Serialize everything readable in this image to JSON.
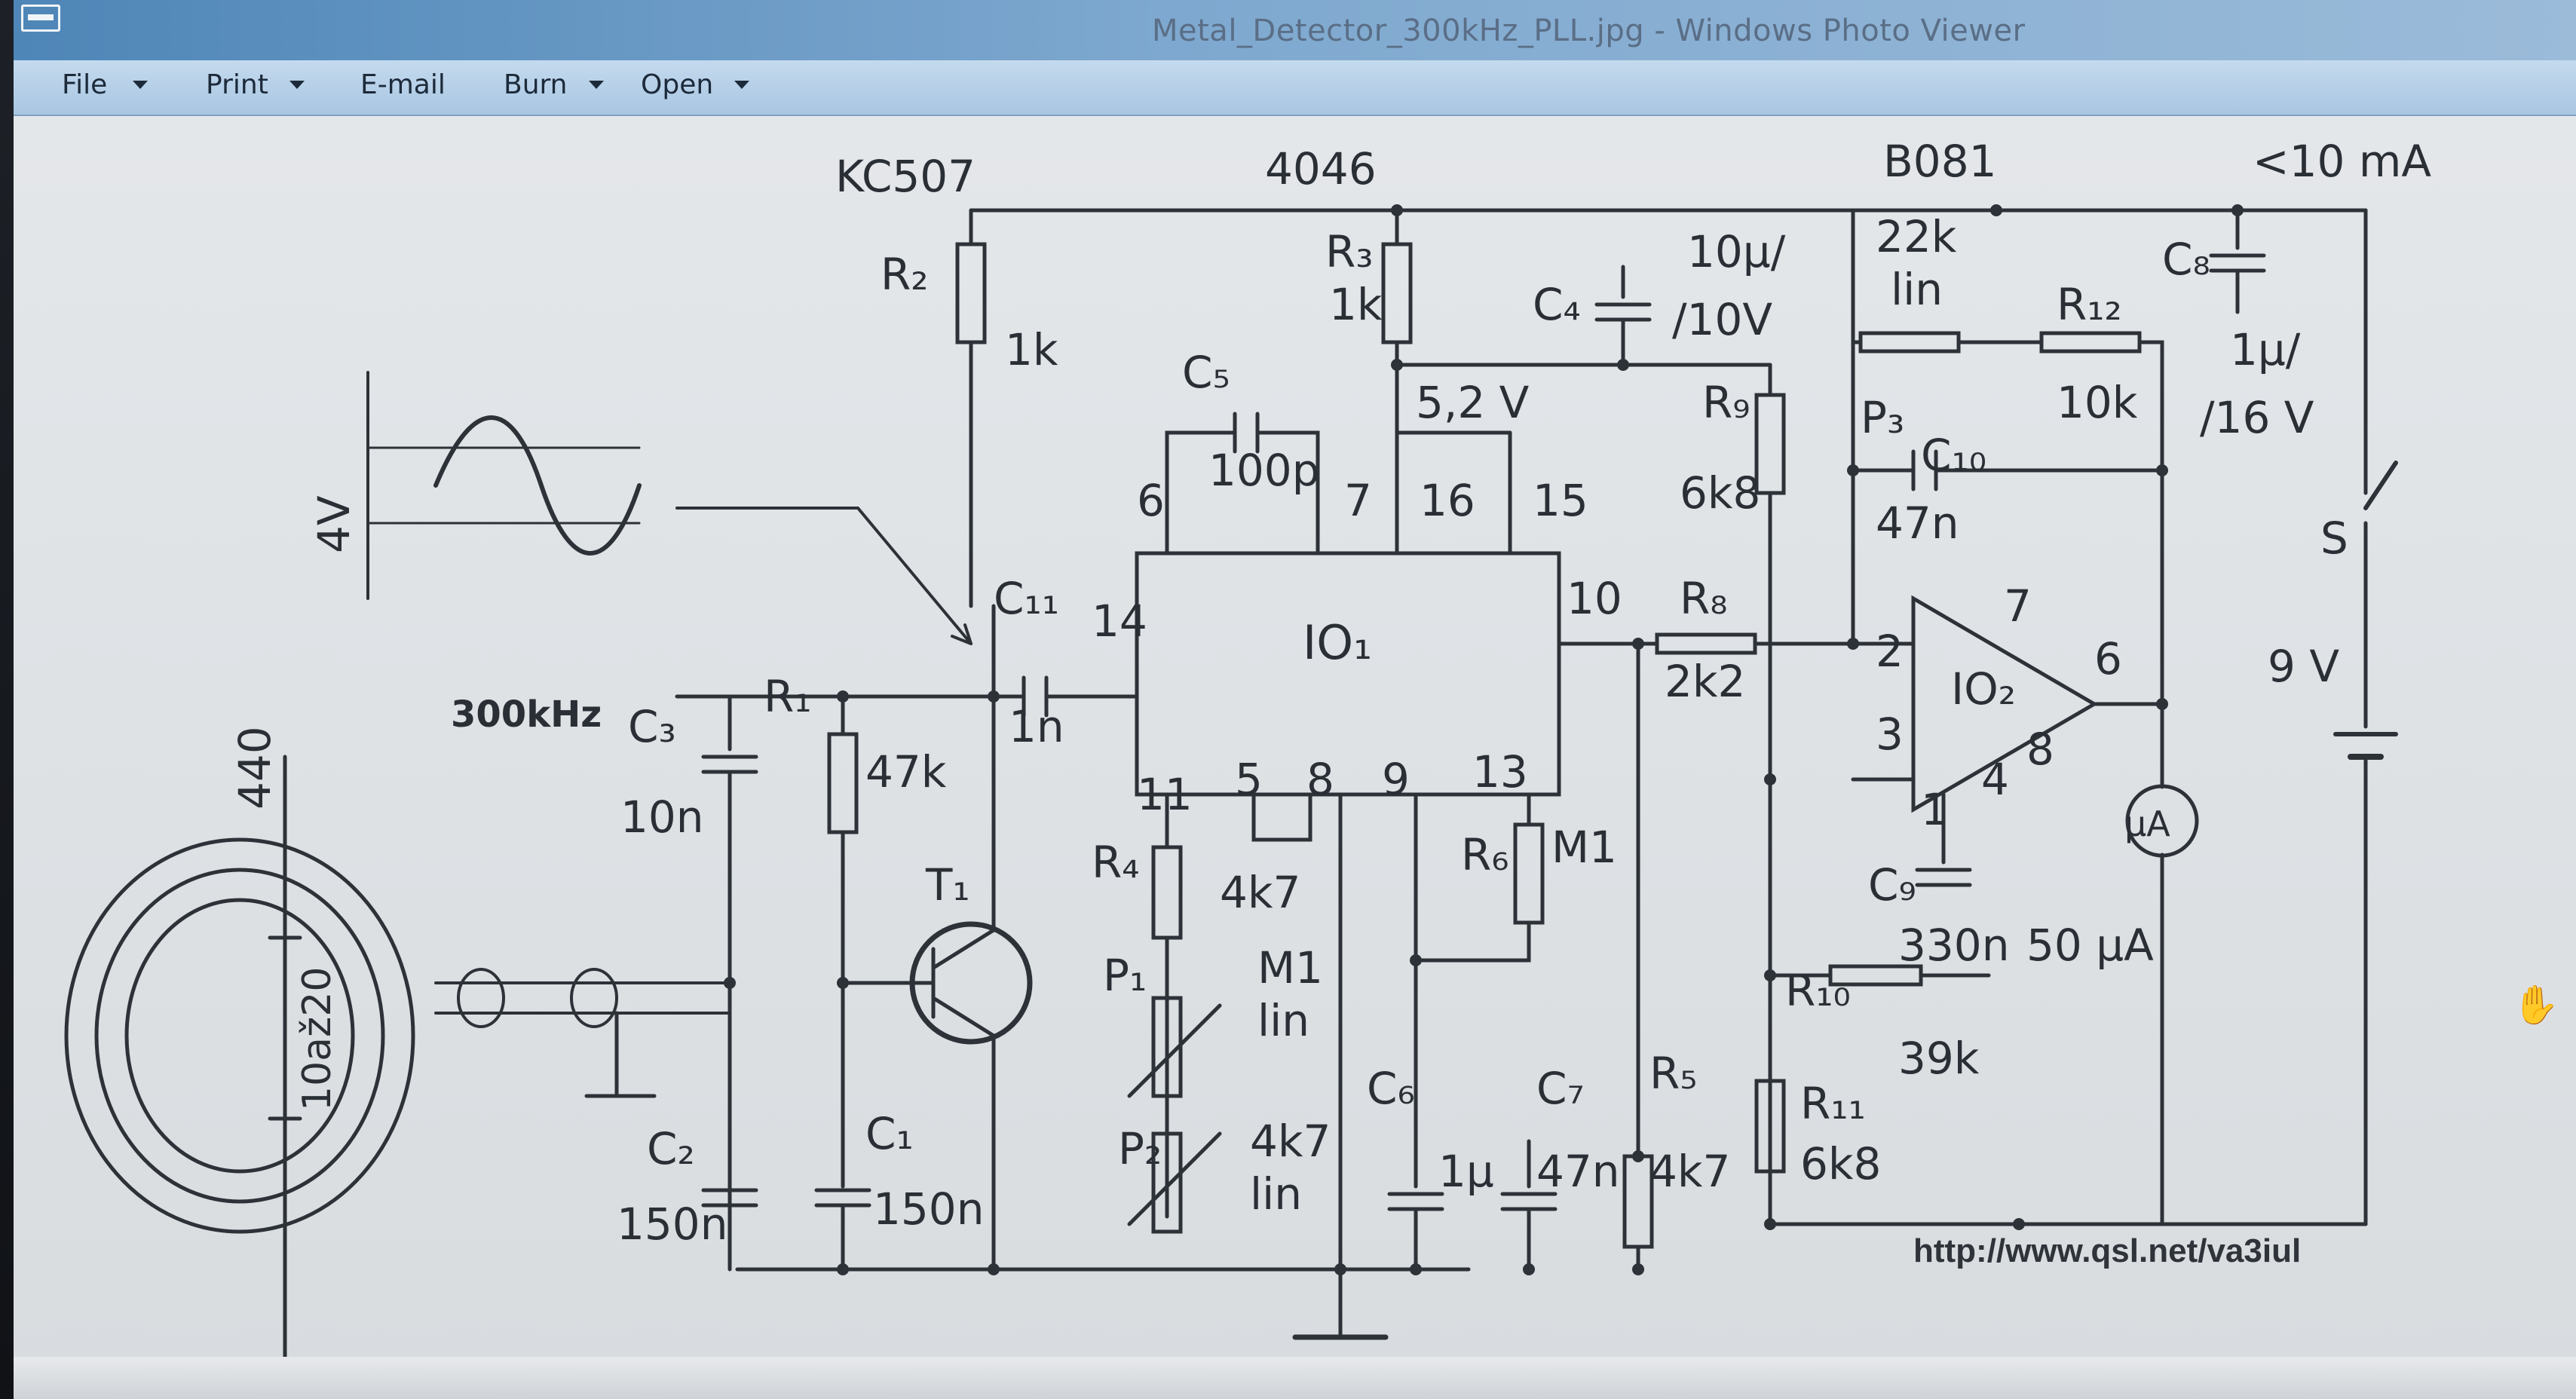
{
  "window": {
    "title": "Metal_Detector_300kHz_PLL.jpg - Windows Photo Viewer"
  },
  "menu": {
    "file": "File",
    "print": "Print",
    "email": "E-mail",
    "burn": "Burn",
    "open": "Open"
  },
  "schematic": {
    "chips": {
      "transistor_type": "KC507",
      "pll": "4046",
      "opamp": "B081",
      "current": "<10 mA"
    },
    "labels": {
      "r2": "R₂",
      "r2_val": "1k",
      "r3": "R₃",
      "r3_val": "1k",
      "c4": "C₄",
      "c4_val1": "10μ/",
      "c4_val2": "/10V",
      "p3_val1": "22k",
      "p3_val2": "lin",
      "p3": "P₃",
      "r12": "R₁₂",
      "r12_val": "10k",
      "c8": "C₈",
      "c8_val1": "1μ/",
      "c8_val2": "/16 V",
      "c5": "C₅",
      "c5_val": "100p",
      "volt52": "5,2 V",
      "r9": "R₉",
      "r9_val": "6k8",
      "c10": "C₁₀",
      "c10_val": "47n",
      "s": "S",
      "v9": "9 V",
      "pin6": "6",
      "pin7": "7",
      "pin16": "16",
      "pin15": "15",
      "pin14": "14",
      "pin10": "10",
      "pin11": "11",
      "pin5": "5",
      "pin8": "8",
      "pin9": "9",
      "pin13": "13",
      "io1": "IO₁",
      "io2": "IO₂",
      "op2": "2",
      "op3": "3",
      "op7": "7",
      "op6": "6",
      "op1": "1",
      "op4": "4",
      "op8": "8",
      "c11": "C₁₁",
      "c11_val": "1n",
      "r8": "R₈",
      "r8_val": "2k2",
      "wave_amp": "4V",
      "freq": "300kHz",
      "c3": "C₃",
      "c3_val": "10n",
      "r1": "R₁",
      "r1_val": "47k",
      "t1": "T₁",
      "r4": "R₄",
      "r4_val": "4k7",
      "r6": "R₆",
      "r6_val": "M1",
      "p1": "P₁",
      "p1_val1": "M1",
      "p1_val2": "lin",
      "p2": "P₂",
      "p2_val1": "4k7",
      "p2_val2": "lin",
      "c9": "C₉",
      "c9_val": "330n",
      "meter": "μA",
      "meter_val": "50 μA",
      "r10": "R₁₀",
      "r10_val": "39k",
      "coil_turns": "440",
      "coil_wire": "10až20",
      "c2": "C₂",
      "c2_val": "150n",
      "c1": "C₁",
      "c1_val": "150n",
      "c6": "C₆",
      "c6_val": "1μ",
      "c7": "C₇",
      "c7_val": "47n",
      "r5": "R₅",
      "r5_val": "4k7",
      "r11": "R₁₁",
      "r11_val": "6k8",
      "url": "http://www.qsl.net/va3iul"
    }
  },
  "colors": {
    "titlebar": "#5b8fbf",
    "menubar": "#b7d1e9",
    "ink": "#2a2f36",
    "paper": "#e2e5e8"
  }
}
